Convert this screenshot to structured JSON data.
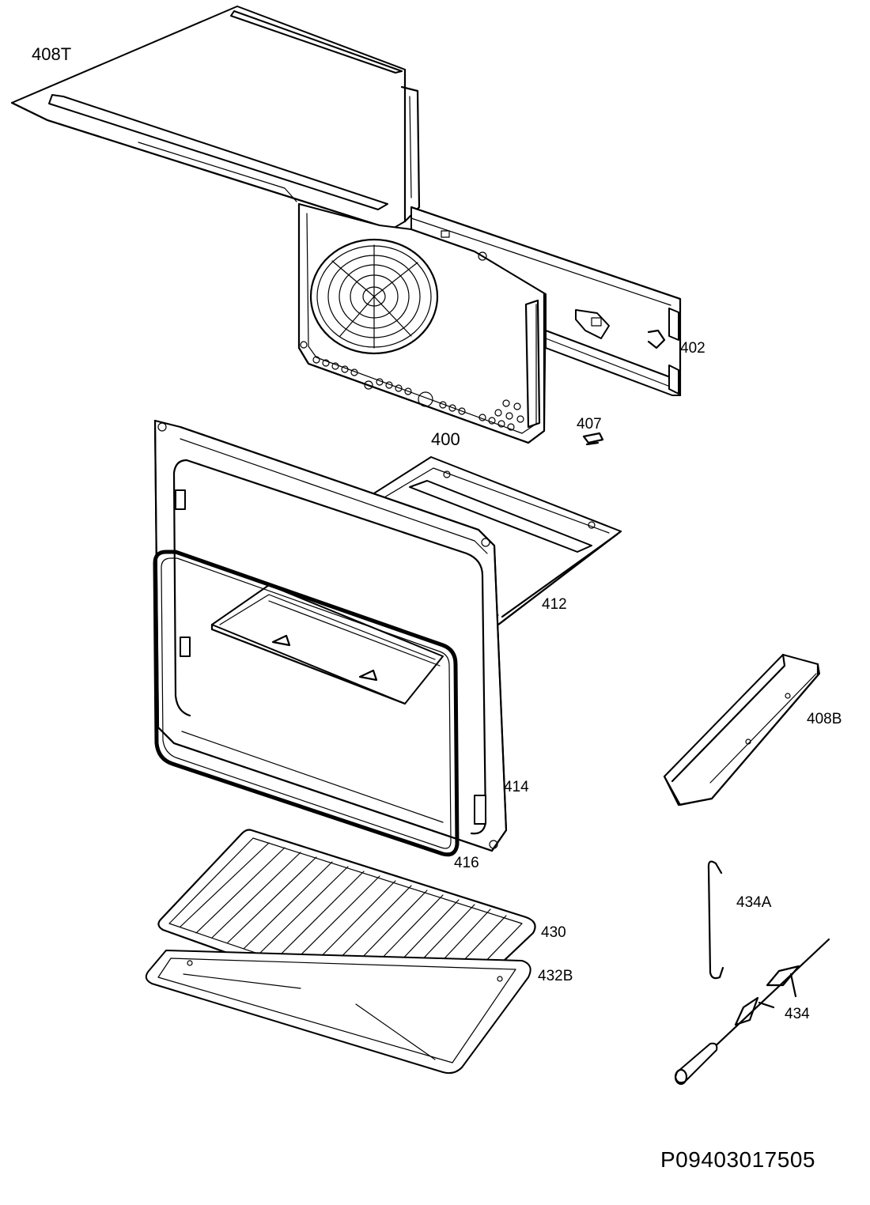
{
  "diagram": {
    "labels": {
      "l408T": "408T",
      "l402": "402",
      "l407": "407",
      "l400": "400",
      "l412": "412",
      "l408B": "408B",
      "l414": "414",
      "l416": "416",
      "l434A": "434A",
      "l430": "430",
      "l432B": "432B",
      "l434": "434"
    },
    "drawing_code": "P09403017505"
  }
}
